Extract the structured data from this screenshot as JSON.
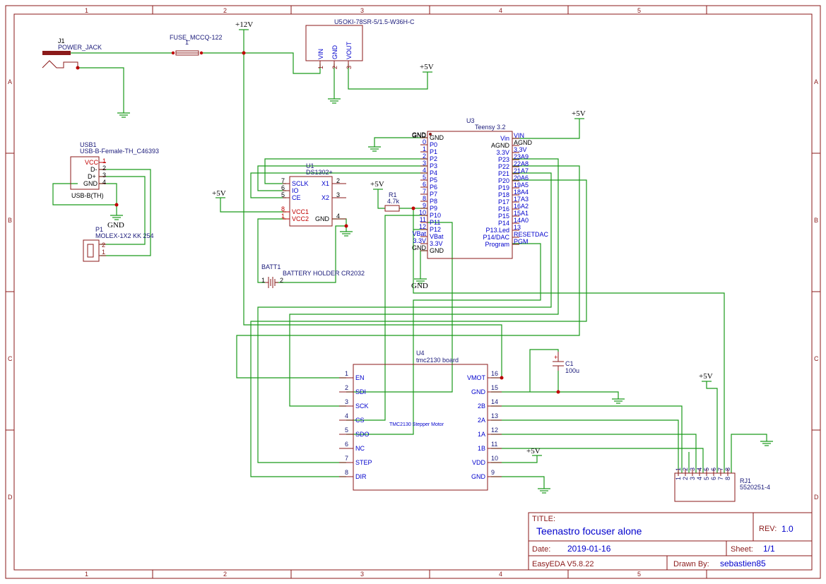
{
  "frame": {
    "columns": [
      "1",
      "2",
      "3",
      "4",
      "5"
    ],
    "rows": [
      "A",
      "B",
      "C",
      "D"
    ]
  },
  "title_block": {
    "title_label": "TITLE:",
    "title": "Teenastro focuser alone",
    "rev_label": "REV:",
    "rev": "1.0",
    "date_label": "Date:",
    "date": "2019-01-16",
    "sheet_label": "Sheet:",
    "sheet": "1/1",
    "tool": "EasyEDA V5.8.22",
    "drawn_label": "Drawn By:",
    "drawn_by": "sebastien85"
  },
  "components": {
    "j1": {
      "ref": "J1",
      "name": "POWER_JACK"
    },
    "fuse": {
      "name": "FUSE_MCCQ-122",
      "pin": "1"
    },
    "u5": {
      "ref": "U5",
      "name": "OKI-78SR-5/1.5-W36H-C",
      "pins": [
        "VIN",
        "GND",
        "VOUT"
      ],
      "nums": [
        "1",
        "2",
        "3"
      ]
    },
    "usb1": {
      "ref": "USB1",
      "name": "USB-B-Female-TH_C46393",
      "pins": [
        "VCC",
        "D-",
        "D+",
        "GND"
      ],
      "nums": [
        "1",
        "2",
        "3",
        "4"
      ],
      "footer": "USB-B(TH)"
    },
    "p1": {
      "ref": "P1",
      "name": "MOLEX-1X2 KK 254",
      "nums": [
        "2",
        "1"
      ]
    },
    "u1": {
      "ref": "U1",
      "name": "DS1302+",
      "left_pins": [
        "SCLK",
        "IO",
        "CE",
        "VCC1",
        "VCC2"
      ],
      "left_nums": [
        "7",
        "6",
        "5",
        "8",
        "1"
      ],
      "right_pins": [
        "X1",
        "X2",
        "GND"
      ],
      "right_nums": [
        "2",
        "3",
        "4"
      ]
    },
    "batt1": {
      "ref": "BATT1",
      "name": "BATTERY HOLDER CR2032",
      "nums": [
        "1",
        "2"
      ]
    },
    "r1": {
      "ref": "R1",
      "value": "4.7k"
    },
    "u3": {
      "ref": "U3",
      "name": "Teensy 3.2",
      "left_outer": [
        "GND",
        "0",
        "1",
        "2",
        "3",
        "4",
        "5",
        "6",
        "7",
        "8",
        "9",
        "10",
        "11",
        "12",
        "VBat",
        "3.3V",
        "GND"
      ],
      "left_inner": [
        "GND",
        "P0",
        "P1",
        "P2",
        "P3",
        "P4",
        "P5",
        "P6",
        "P7",
        "P8",
        "P9",
        "P10",
        "P11",
        "P12",
        "VBat",
        "3.3V",
        "GND"
      ],
      "right_inner": [
        "Vin",
        "AGND",
        "3.3V",
        "P23",
        "P22",
        "P21",
        "P20",
        "P19",
        "P18",
        "P17",
        "P16",
        "P15",
        "P14",
        "P13.Led",
        "P14/DAC",
        "Program"
      ],
      "right_outer": [
        "VIN",
        "AGND",
        "3.3V",
        "23A9",
        "22A8",
        "21A7",
        "20A6",
        "19A5",
        "18A4",
        "17A3",
        "16A2",
        "15A1",
        "14A0",
        "13",
        "RESETDAC",
        "PGM"
      ]
    },
    "u4": {
      "ref": "U4",
      "name": "tmc2130 board",
      "caption": "TMC2130 Stepper Motor",
      "left_pins": [
        "EN",
        "SDI",
        "SCK",
        "CS",
        "SDO",
        "NC",
        "STEP",
        "DIR"
      ],
      "left_nums": [
        "1",
        "2",
        "3",
        "4",
        "5",
        "6",
        "7",
        "8"
      ],
      "right_pins": [
        "VMOT",
        "GND",
        "2B",
        "2A",
        "1A",
        "1B",
        "VDD",
        "GND"
      ],
      "right_nums": [
        "16",
        "15",
        "14",
        "13",
        "12",
        "11",
        "10",
        "9"
      ]
    },
    "c1": {
      "ref": "C1",
      "value": "100u",
      "plus": "+"
    },
    "rj1": {
      "ref": "RJ1",
      "name": "5520251-4",
      "nums": [
        "1",
        "2",
        "3",
        "4",
        "5",
        "6",
        "7",
        "8"
      ]
    }
  },
  "power_labels": {
    "v12": "+12V",
    "v5_u5": "+5V",
    "v5_teensy": "+5V",
    "v5_rtc": "+5V",
    "v5_r1": "+5V",
    "v5_vdd": "+5V",
    "v5_rj": "+5V",
    "gnd_usb": "GND",
    "gnd_teensy": "GND",
    "gnd_teensy_top": "GND"
  },
  "colors": {
    "frame": "#8b1a1a",
    "wire": "#1a9a1a",
    "pin_text": "#0000cc",
    "power_pin": "#c00000"
  }
}
